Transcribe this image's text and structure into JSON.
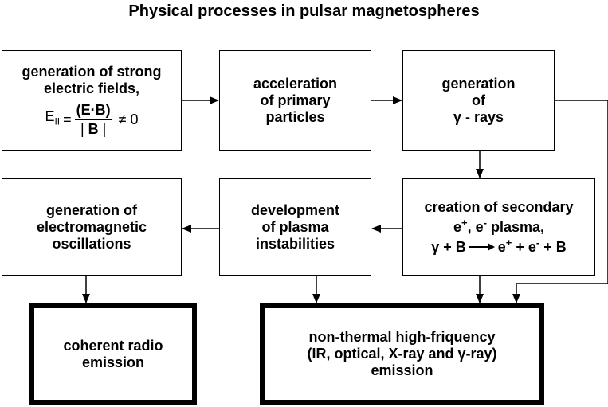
{
  "title": "Physical processes in pulsar magnetospheres",
  "boxes": {
    "electric_fields": {
      "line1": "generation of strong",
      "line2": "electric fields,",
      "formula": {
        "lhs": "E",
        "lhs_sub": "II",
        "equals": "=",
        "numerator": "(E·B)",
        "den_left": "|",
        "den_mid": "B",
        "den_right": "|",
        "rhs": "≠ 0"
      }
    },
    "acceleration": {
      "line1": "acceleration",
      "line2": "of primary",
      "line3": "particles"
    },
    "gamma_rays": {
      "line1": "generation",
      "line2": "of",
      "line3": "γ - rays"
    },
    "secondary_plasma": {
      "line1": "creation of secondary",
      "e_plus": "e",
      "plus_sign": "+",
      "comma_sep": ", ",
      "e_minus": "e",
      "minus_sign": "-",
      "plasma_suffix": " plasma,",
      "react_left": "γ + B",
      "react_right_1": "e",
      "react_right_2": " + e",
      "react_right_3": " + B"
    },
    "instabilities": {
      "line1": "development",
      "line2": "of plasma",
      "line3": "instabilities"
    },
    "em_oscillations": {
      "line1": "generation of",
      "line2": "electromagnetic",
      "line3": "oscillations"
    },
    "radio_emission": {
      "line1": "coherent radio",
      "line2": "emission"
    },
    "high_freq_emission": {
      "line1": "non-thermal high-friquency",
      "line2": "(IR, optical, X-ray and γ-ray)",
      "line3": "emission"
    }
  },
  "colors": {
    "stroke": "#000000",
    "background": "#ffffff"
  }
}
